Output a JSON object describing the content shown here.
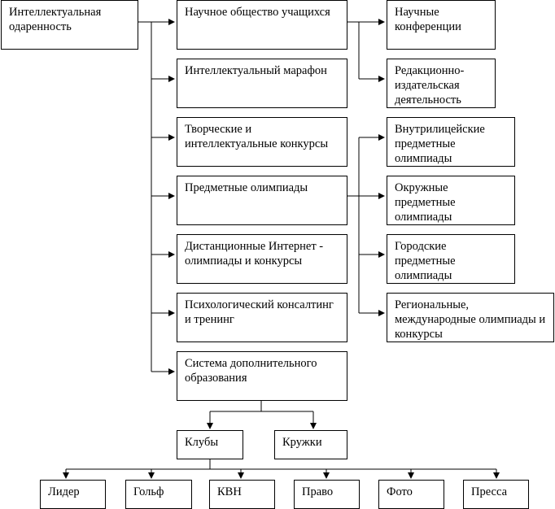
{
  "root": "Интеллектуальная одаренность",
  "main": [
    "Научное общество учащихся",
    "Интеллектуальный марафон",
    "Творческие и интеллектуальные конкурсы",
    "Предметные олимпиады",
    "Дистанционные Интернет - олимпиады и конкурсы",
    "Психологический консалтинг и тренинг",
    "Система дополнительного образования"
  ],
  "society_branch": [
    "Научные конференции",
    "Редакционно-издательская деятельность"
  ],
  "olympiad_branch": [
    "Внутрилицейские предметные олимпиады",
    "Окружные предметные олимпиады",
    "Городские предметные олимпиады",
    "Региональные, международные олимпиады и конкурсы"
  ],
  "groups": [
    "Клубы",
    "Кружки"
  ],
  "clubs": [
    "Лидер",
    "Гольф",
    "КВН",
    "Право",
    "Фото",
    "Пресса"
  ]
}
